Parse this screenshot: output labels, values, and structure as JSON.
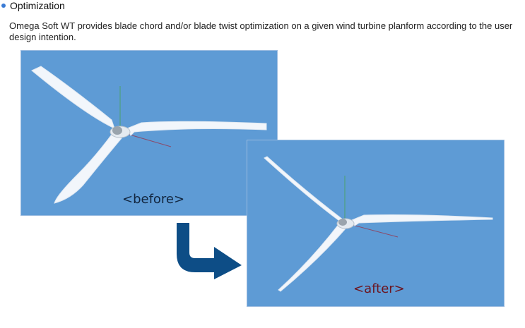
{
  "section": {
    "title": "Optimization",
    "description": "Omega Soft WT provides blade chord and/or blade twist optimization on a given wind turbine planform according to the user design intention."
  },
  "before": {
    "caption": "<before>"
  },
  "after": {
    "caption": "<after>"
  },
  "colors": {
    "panel_bg": "#5e9bd5",
    "blade": "#f2f6fb",
    "arrow": "#0d4d86",
    "before_caption": "#12263f",
    "after_caption": "#6b1520",
    "bullet": "#3a7bd5"
  },
  "icons": {
    "section_bullet": "bullet-dot-icon",
    "flow_arrow": "arrow-down-right-icon"
  }
}
